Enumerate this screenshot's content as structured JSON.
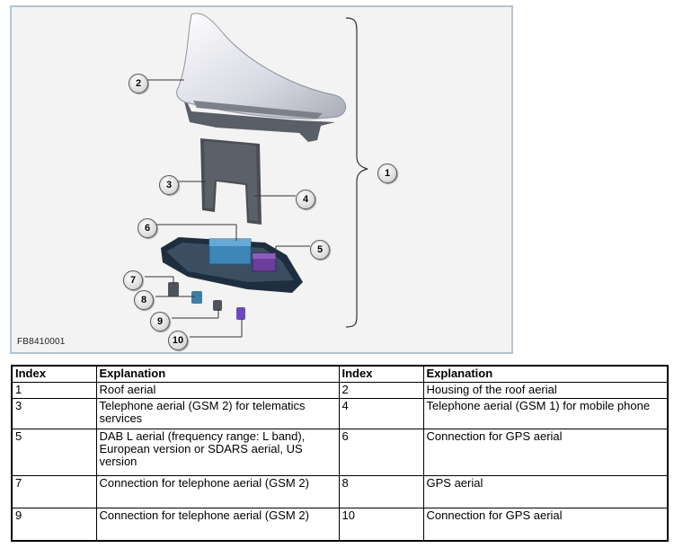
{
  "figure": {
    "id_label": "FB8410001",
    "callouts": [
      "1",
      "2",
      "3",
      "4",
      "5",
      "6",
      "7",
      "8",
      "9",
      "10"
    ]
  },
  "table": {
    "headers": [
      "Index",
      "Explanation",
      "Index",
      "Explanation"
    ],
    "rows": [
      {
        "i1": "1",
        "e1": "Roof aerial",
        "i2": "2",
        "e2": "Housing of the roof aerial"
      },
      {
        "i1": "3",
        "e1": "Telephone aerial (GSM 2) for telematics services",
        "i2": "4",
        "e2": "Telephone aerial (GSM 1) for mobile phone"
      },
      {
        "i1": "5",
        "e1": "DAB L aerial (frequency range: L band), European version or SDARS aerial, US version",
        "i2": "6",
        "e2": "Connection for GPS aerial"
      },
      {
        "i1": "7",
        "e1": "Connection for telephone aerial (GSM 2)",
        "i2": "8",
        "e2": "GPS aerial"
      },
      {
        "i1": "9",
        "e1": "Connection for telephone aerial (GSM 2)",
        "i2": "10",
        "e2": "Connection for GPS aerial"
      }
    ]
  }
}
